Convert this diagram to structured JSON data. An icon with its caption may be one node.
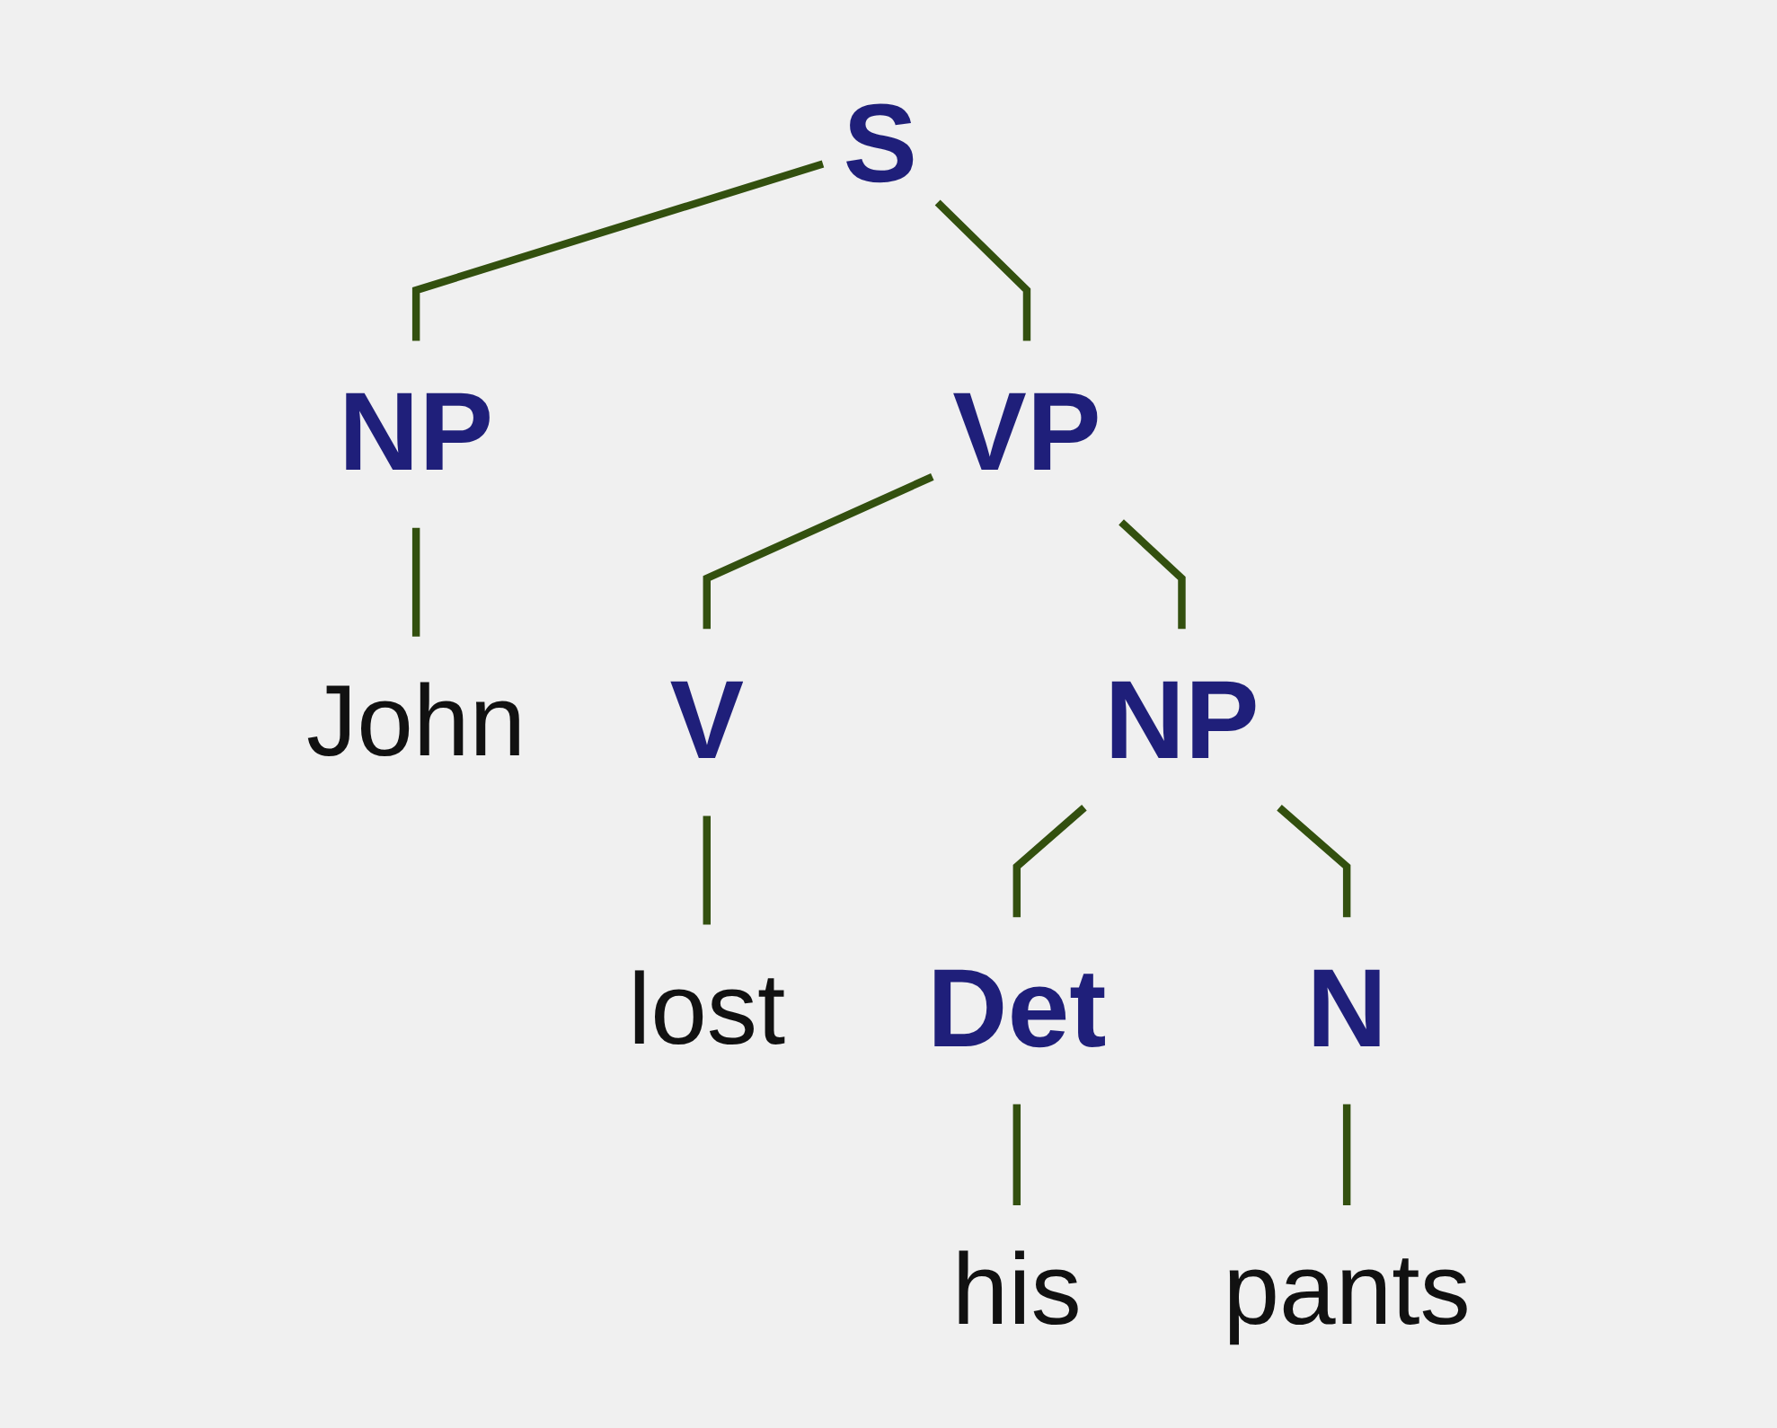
{
  "diagram": {
    "nodes": [
      {
        "text": [
          "S"
        ]
      },
      {
        "text": [
          "NP"
        ]
      },
      {
        "text": [
          "VP"
        ]
      },
      {
        "text": [
          "John"
        ]
      },
      {
        "text": [
          "V"
        ]
      },
      {
        "text": [
          "NP"
        ]
      },
      {
        "text": [
          "lost"
        ]
      },
      {
        "text": [
          "Det"
        ]
      },
      {
        "text": [
          "N"
        ]
      },
      {
        "text": [
          "his"
        ]
      },
      {
        "text": [
          "pants"
        ]
      }
    ],
    "edges": [
      {
        "from": 0,
        "to": 1,
        "arrow": "none"
      },
      {
        "from": 0,
        "to": 2,
        "arrow": "none"
      },
      {
        "from": 1,
        "to": 3,
        "arrow": "none"
      },
      {
        "from": 2,
        "to": 4,
        "arrow": "none"
      },
      {
        "from": 2,
        "to": 5,
        "arrow": "none"
      },
      {
        "from": 4,
        "to": 6,
        "arrow": "none"
      },
      {
        "from": 5,
        "to": 7,
        "arrow": "none"
      },
      {
        "from": 5,
        "to": 8,
        "arrow": "none"
      },
      {
        "from": 7,
        "to": 9,
        "arrow": "none"
      },
      {
        "from": 8,
        "to": 10,
        "arrow": "none"
      }
    ]
  }
}
